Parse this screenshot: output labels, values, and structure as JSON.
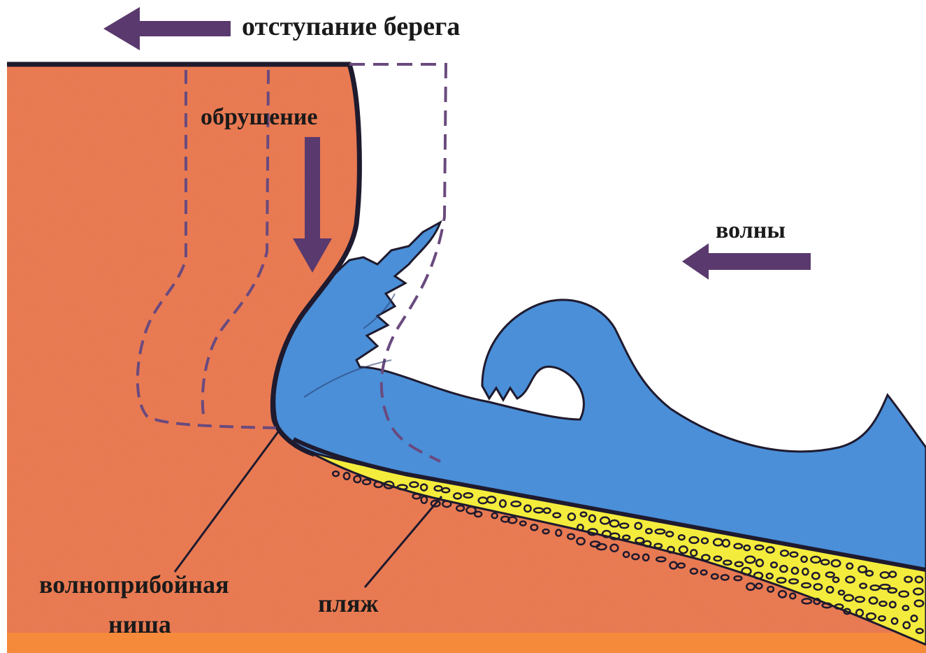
{
  "labels": {
    "retreat": "отступание берега",
    "collapse": "обрушение",
    "waves": "волны",
    "notch_line1": "волноприбойная",
    "notch_line2": "ниша",
    "beach": "пляж"
  },
  "colors": {
    "rock": "#ec7a52",
    "rock_band": "#f58a3a",
    "water": "#4a8fd8",
    "beach": "#f4ec3c",
    "arrow": "#5a3a6e",
    "outline": "#1f1a2e",
    "dashed": "#6a4a7e"
  },
  "icons": {
    "retreat_arrow": "arrow-left-icon",
    "collapse_arrow": "arrow-down-icon",
    "waves_arrow": "arrow-left-icon"
  }
}
